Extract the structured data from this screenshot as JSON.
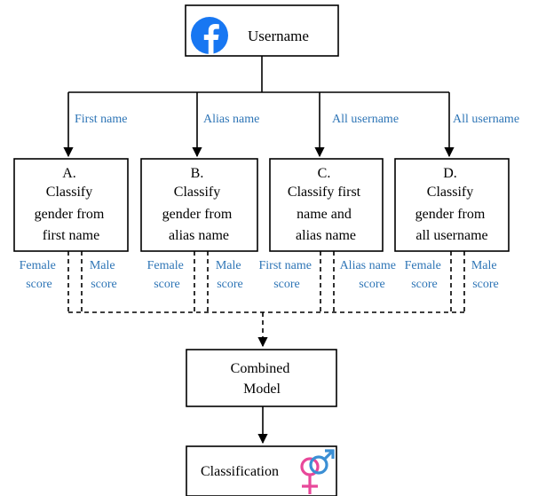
{
  "source": {
    "label": "Username",
    "icon": "facebook-icon",
    "icon_color": "#1877F2"
  },
  "branch_labels": [
    "First name",
    "Alias name",
    "All username",
    "All username"
  ],
  "classifiers": [
    {
      "lines": [
        "A.",
        "Classify",
        "gender from",
        "first name"
      ]
    },
    {
      "lines": [
        "B.",
        "Classify",
        "gender from",
        "alias name"
      ]
    },
    {
      "lines": [
        "C.",
        "Classify first",
        "name and",
        "alias name"
      ]
    },
    {
      "lines": [
        "D.",
        "Classify",
        "gender from",
        "all username"
      ]
    }
  ],
  "scores": [
    {
      "left": [
        "Female",
        "score"
      ],
      "right": [
        "Male",
        "score"
      ]
    },
    {
      "left": [
        "Female",
        "score"
      ],
      "right": [
        "Male",
        "score"
      ]
    },
    {
      "left": [
        "First name",
        "score"
      ],
      "right": [
        "Alias name",
        "score"
      ]
    },
    {
      "left": [
        "Female",
        "score"
      ],
      "right": [
        "Male",
        "score"
      ]
    }
  ],
  "combined": {
    "lines": [
      "Combined",
      "Model"
    ]
  },
  "output": {
    "label": "Classification",
    "icon": "gender-symbol-icon",
    "female_color": "#E8489A",
    "male_color": "#3B8FD4"
  },
  "colors": {
    "label_text": "#2E75B6",
    "line": "#000000"
  }
}
